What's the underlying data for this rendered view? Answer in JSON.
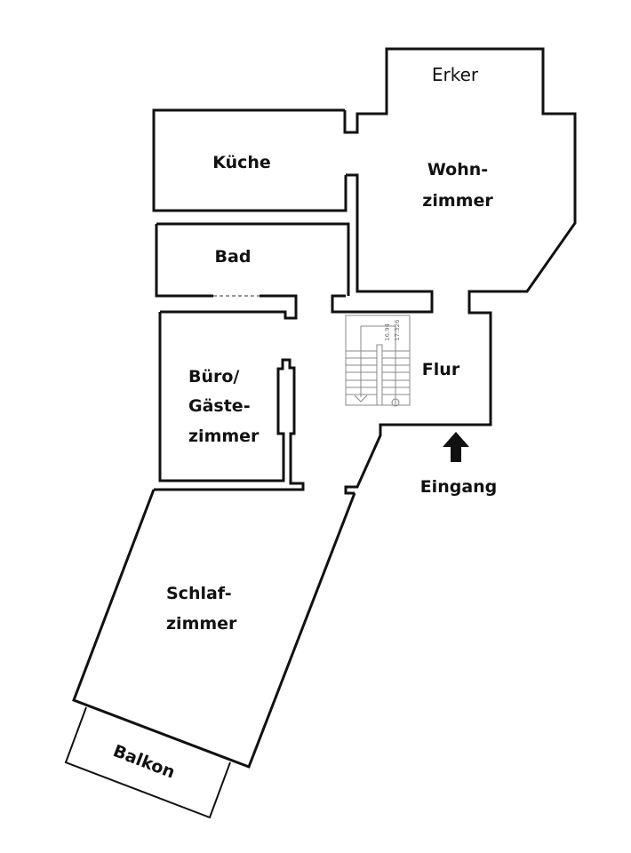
{
  "plan": {
    "type": "floor-plan",
    "colors": {
      "wall": "#111111",
      "stair": "#888888",
      "background": "#ffffff",
      "arrow": "#111111"
    },
    "rooms": {
      "erker": {
        "name": "Erker"
      },
      "wohnzimmer": {
        "line1": "Wohn-",
        "line2": "zimmer"
      },
      "kueche": {
        "name": "Küche"
      },
      "bad": {
        "name": "Bad"
      },
      "buero": {
        "line1": "Büro/",
        "line2": "Gäste-",
        "line3": "zimmer"
      },
      "flur": {
        "name": "Flur"
      },
      "schlafzimmer": {
        "line1": "Schlaf-",
        "line2": "zimmer"
      },
      "balkon": {
        "name": "Balkon"
      }
    },
    "entrance": {
      "label": "Eingang",
      "icon": "arrow-up-icon"
    },
    "stairs": {
      "label1": "16.94",
      "label2": "17.326"
    }
  }
}
